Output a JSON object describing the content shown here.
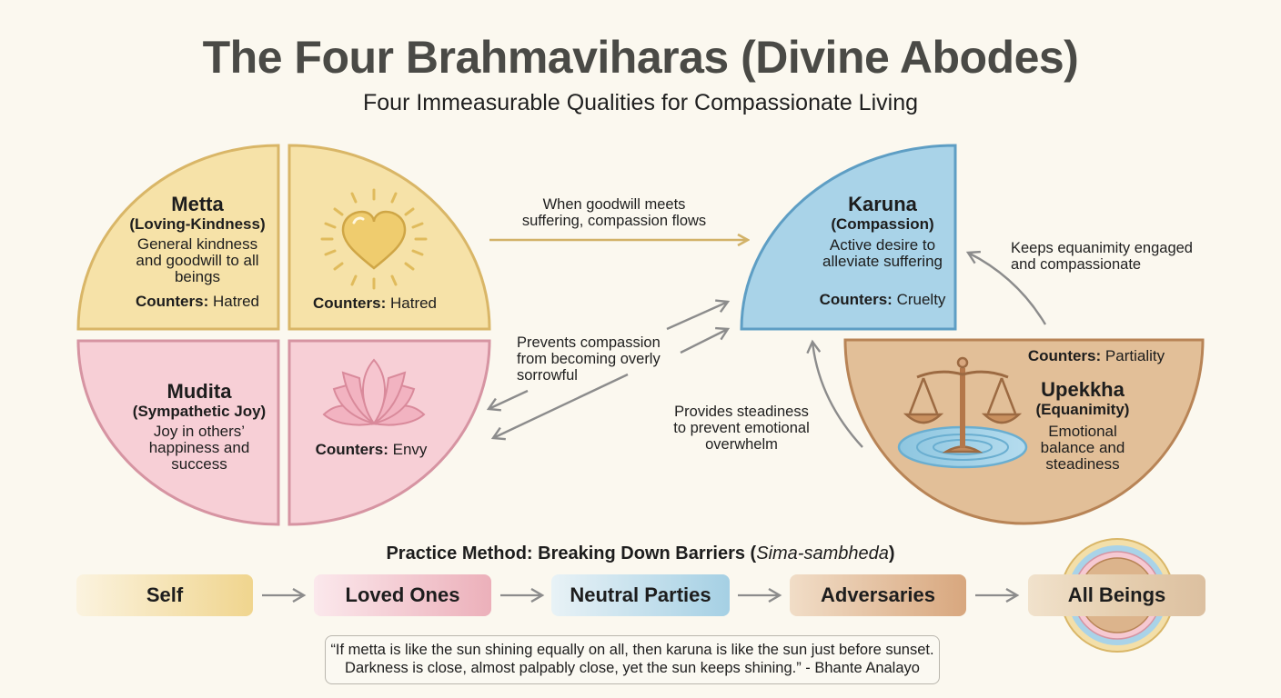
{
  "header": {
    "title": "The Four Brahmaviharas (Divine Abodes)",
    "subtitle": "Four Immeasurable Qualities for Compassionate Living"
  },
  "qualities": {
    "metta": {
      "name": "Metta",
      "translation": "(Loving-Kindness)",
      "description_lines": [
        "General kindness",
        "and goodwill to all",
        "beings"
      ],
      "counters_label": "Counters:",
      "counters_value": "Hatred",
      "color": "#f6e2a8",
      "border": "#d9b667"
    },
    "metta_icon_panel": {
      "icon": "radiant-heart-icon",
      "counters_label": "Counters:",
      "counters_value": "Hatred"
    },
    "mudita": {
      "name": "Mudita",
      "translation": "(Sympathetic Joy)",
      "description_lines": [
        "Joy in others’",
        "happiness and",
        "success"
      ],
      "color": "#f7cfd6",
      "border": "#d694a2"
    },
    "mudita_icon_panel": {
      "icon": "lotus-icon",
      "counters_label": "Counters:",
      "counters_value": "Envy"
    },
    "karuna": {
      "name": "Karuna",
      "translation": "(Compassion)",
      "description_lines": [
        "Active desire to",
        "alleviate suffering"
      ],
      "counters_label": "Counters:",
      "counters_value": "Cruelty",
      "color": "#a9d3e8",
      "border": "#5e9ec4"
    },
    "upekkha": {
      "name": "Upekkha",
      "translation": "(Equanimity)",
      "description_lines": [
        "Emotional",
        "balance and",
        "steadiness"
      ],
      "counters_label": "Counters:",
      "counters_value": "Partiality",
      "icon": "balance-scale-icon",
      "color": "#e2bf98",
      "border": "#b88456"
    }
  },
  "relationships": [
    {
      "from": "metta",
      "to": "karuna",
      "label_lines": [
        "When goodwill meets",
        "suffering, compassion flows"
      ],
      "color": "#d2b268"
    },
    {
      "from": "mudita",
      "to": "karuna",
      "label_lines": [
        "Prevents compassion",
        "from becoming overly",
        "sorrowful"
      ],
      "color": "#8c8c8c",
      "bidirectional": true
    },
    {
      "from": "upekkha",
      "to": "karuna",
      "label_lines": [
        "Provides steadiness",
        "to prevent emotional",
        "overwhelm"
      ],
      "color": "#8c8c8c"
    },
    {
      "from": "upekkha",
      "to": "karuna",
      "label_lines": [
        "Keeps equanimity engaged",
        "and compassionate"
      ],
      "color": "#8c8c8c"
    }
  ],
  "practice": {
    "title_prefix": "Practice Method: Breaking Down Barriers (",
    "title_italic": "Sima-sambheda",
    "title_suffix": ")",
    "steps": [
      {
        "label": "Self",
        "color_from": "#fbf3df",
        "color_to": "#f0d58e"
      },
      {
        "label": "Loved Ones",
        "color_from": "#fbe8ec",
        "color_to": "#ecb0ba"
      },
      {
        "label": "Neutral Parties",
        "color_from": "#e8f2f6",
        "color_to": "#a5d0e4"
      },
      {
        "label": "Adversaries",
        "color_from": "#f1ddc7",
        "color_to": "#d8a77e"
      },
      {
        "label": "All Beings",
        "color_from": "#f1e2cc",
        "color_to": "#dcc0a0"
      }
    ]
  },
  "quote": {
    "line1": "“If metta is like the sun shining equally on all, then karuna is like the sun just before sunset.",
    "line2": "Darkness is close, almost palpably close, yet the sun keeps shining.” - Bhante Analayo"
  }
}
